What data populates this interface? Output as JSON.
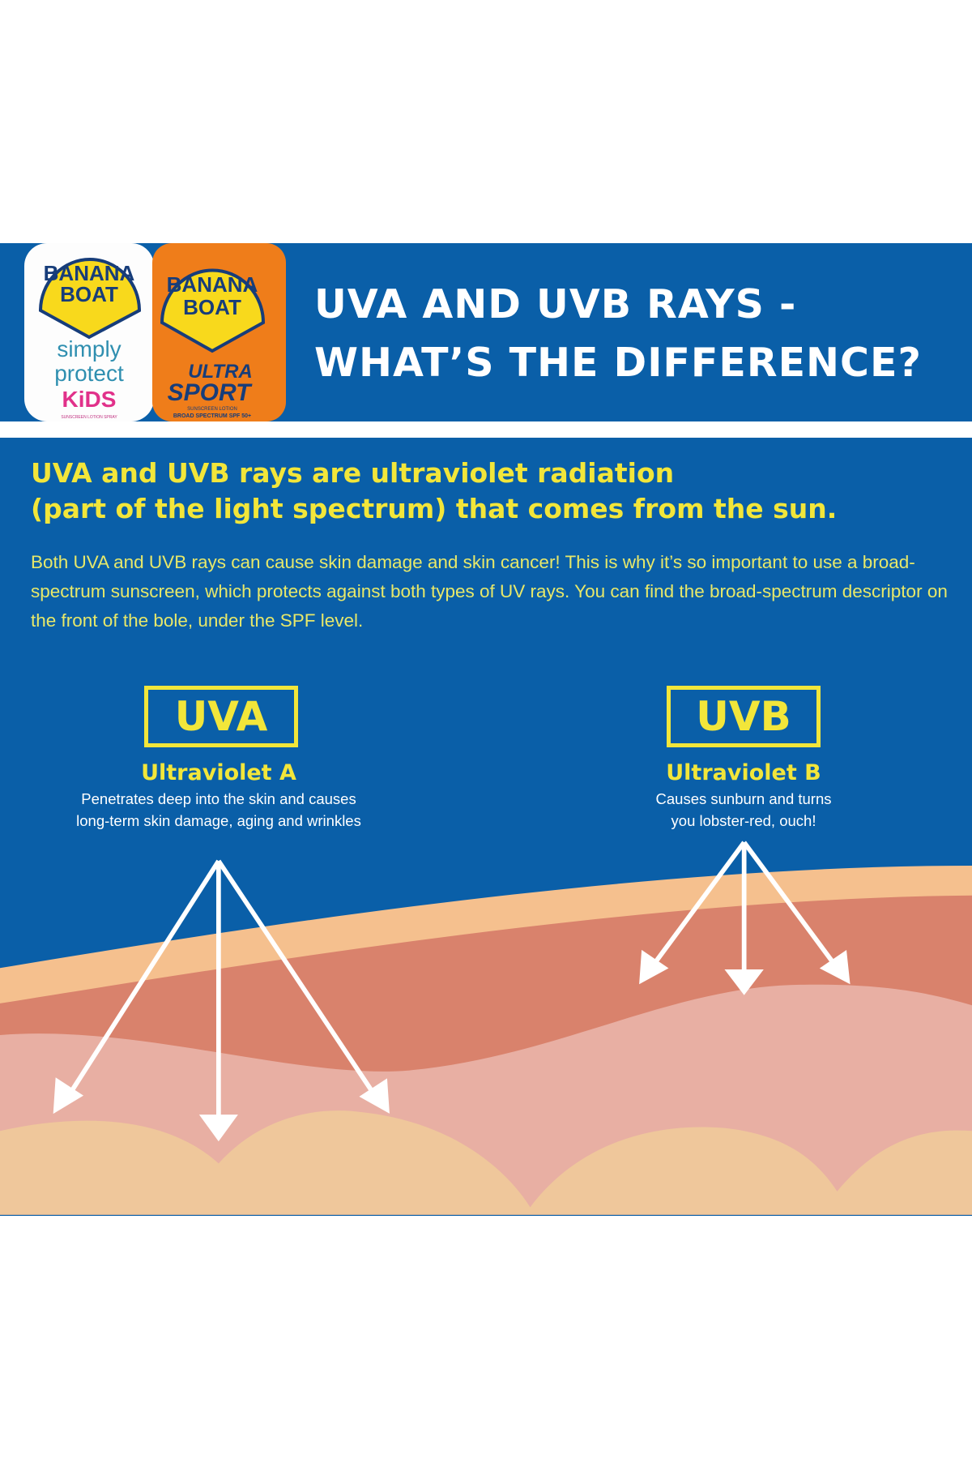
{
  "header": {
    "title_line1": "UVA AND UVB RAYS -",
    "title_line2": "WHAT’S THE DIFFERENCE?"
  },
  "products": [
    {
      "brand_line1": "BANANA",
      "brand_line2": "BOAT",
      "name_line1": "simply",
      "name_line2": "protect",
      "name_line3": "KiDS",
      "subtext": "SUNSCREEN LOTION SPRAY"
    },
    {
      "brand_line1": "BANANA",
      "brand_line2": "BOAT",
      "name_line1": "ULTRA",
      "name_line2": "SPORT",
      "subtext1": "SUNSCREEN LOTION",
      "subtext2": "BROAD SPECTRUM SPF 50+"
    }
  ],
  "lead": {
    "line1": "UVA and UVB rays are ultraviolet radiation",
    "line2": "(part of the light spectrum) that comes from the sun."
  },
  "body": "Both UVA and UVB rays can cause skin damage and skin cancer! This is why it’s so important to use a broad-spectrum sunscreen, which protects against both types of UV rays. You can find the broad-spectrum descriptor on the front of the bole, under the SPF level.",
  "uva": {
    "label": "UVA",
    "title": "Ultraviolet A",
    "desc_line1": "Penetrates deep into the skin and causes",
    "desc_line2": "long-term skin damage, aging and wrinkles"
  },
  "uvb": {
    "label": "UVB",
    "title": "Ultraviolet B",
    "desc_line1": "Causes sunburn and turns",
    "desc_line2": "you lobster-red, ouch!"
  },
  "colors": {
    "blue": "#0a5fa8",
    "yellow": "#f2e63a",
    "peach": "#f5c08e",
    "red": "#d9826c",
    "pink": "#e8afa3",
    "tan": "#efc79b"
  }
}
